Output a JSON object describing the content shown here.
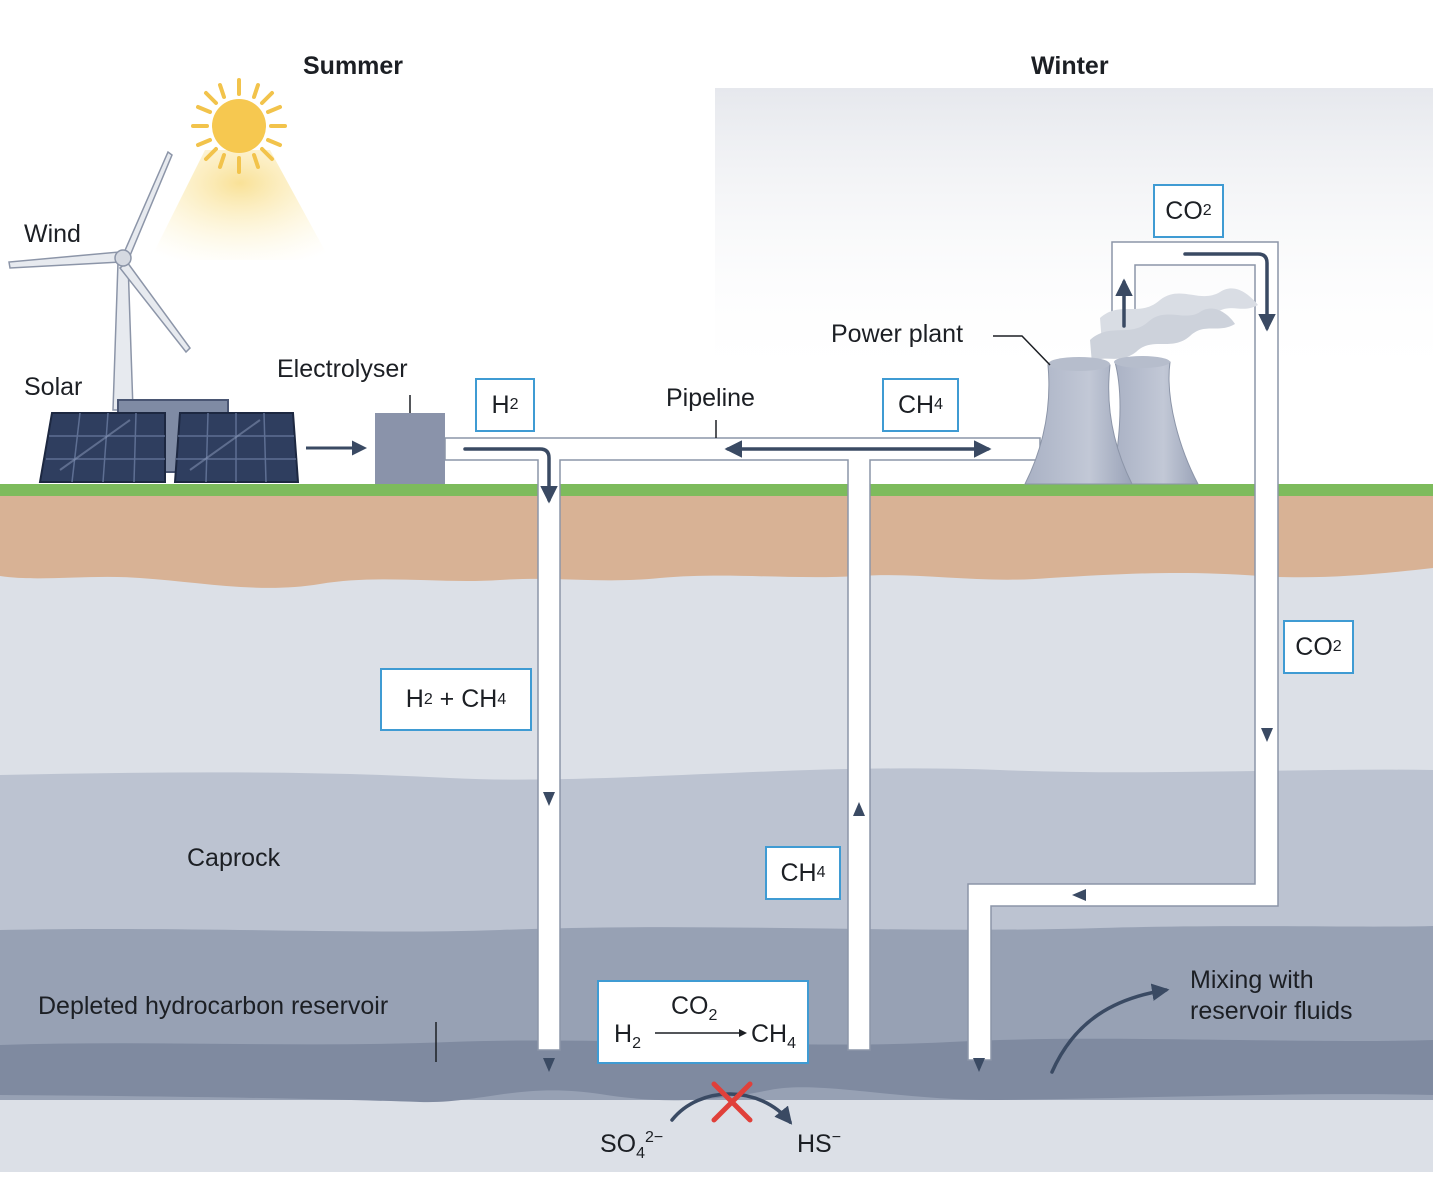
{
  "headers": {
    "summer": "Summer",
    "winter": "Winter"
  },
  "labels": {
    "wind": "Wind",
    "solar": "Solar",
    "electrolyser": "Electrolyser",
    "pipeline": "Pipeline",
    "power_plant": "Power plant",
    "caprock": "Caprock",
    "reservoir": "Depleted hydrocarbon reservoir",
    "mixing_line1": "Mixing with",
    "mixing_line2": "reservoir fluids"
  },
  "boxes": {
    "h2_top": {
      "base": "H",
      "sub": "2"
    },
    "ch4_top": {
      "base": "CH",
      "sub": "4"
    },
    "co2_top": {
      "base": "CO",
      "sub": "2"
    },
    "co2_right": {
      "base": "CO",
      "sub": "2"
    },
    "h2_ch4": {
      "base1": "H",
      "sub1": "2",
      "mid": " + CH",
      "sub2": "4"
    },
    "ch4_mid": {
      "base": "CH",
      "sub": "4"
    }
  },
  "reaction": {
    "reactant_base": "H",
    "reactant_sub": "2",
    "catalyst_base": "CO",
    "catalyst_sub": "2",
    "product_base": "CH",
    "product_sub": "4"
  },
  "sulfate": {
    "base": "SO",
    "sub": "4",
    "sup": "2−"
  },
  "sulfide": {
    "base": "HS",
    "sup": "−"
  },
  "colors": {
    "grass": "#7dbb5c",
    "soil": "#d8b295",
    "rock_light": "#dce0e7",
    "caprock": "#bcc3d1",
    "reservoir": "#97a1b4",
    "reservoir_dark": "#7f8aa0",
    "box_border": "#3f9bd3",
    "arrow": "#3a4a63",
    "cross": "#e0403a"
  }
}
